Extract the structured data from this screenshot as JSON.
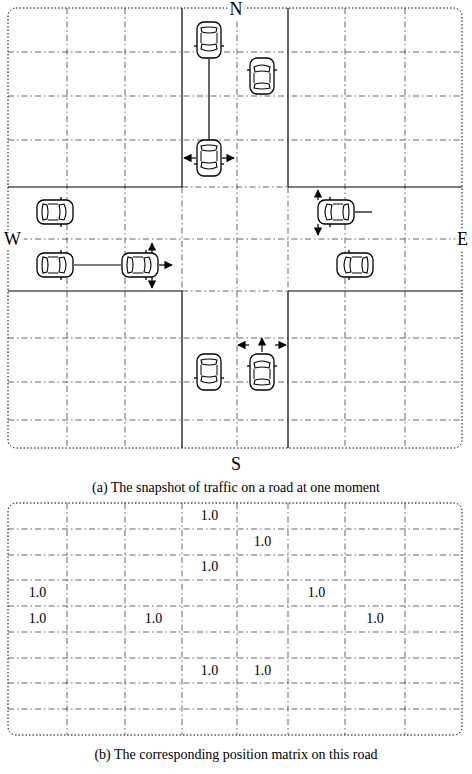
{
  "diagram": {
    "labels": [
      "N",
      "W",
      "E",
      "S",
      "(a) The snapshot of traffic on a road at one moment",
      "1.0",
      "1.0",
      "1.0",
      "1.0",
      "1.0",
      "1.0",
      "1.0",
      "1.0",
      "1.0",
      "1.0",
      "(b) The corresponding position matrix on this road"
    ]
  }
}
